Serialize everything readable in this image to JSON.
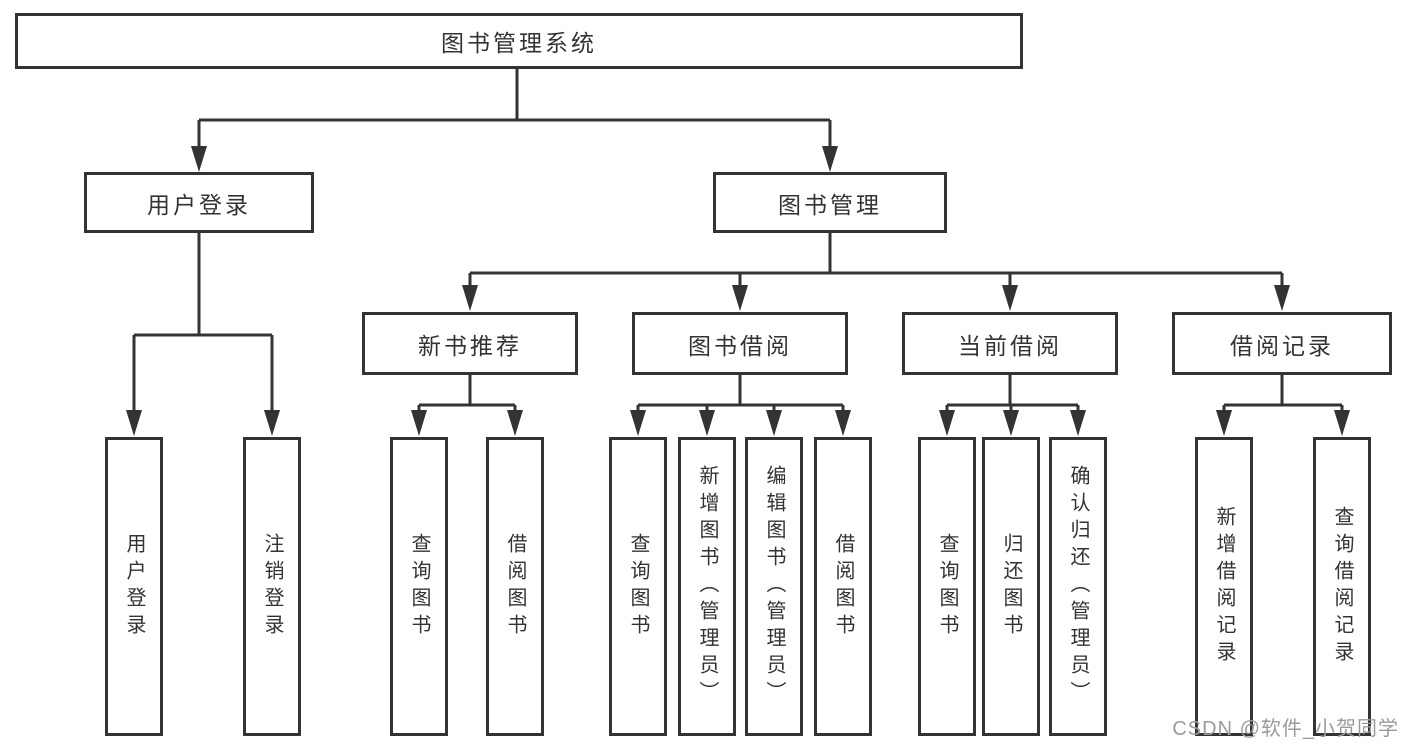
{
  "colors": {
    "line": "#333333",
    "text": "#333333",
    "watermark": "#9b9b9b"
  },
  "diagram": {
    "root": {
      "label": "图书管理系统",
      "children": [
        {
          "label": "用户登录",
          "children": [
            {
              "label": "用户登录"
            },
            {
              "label": "注销登录"
            }
          ]
        },
        {
          "label": "图书管理",
          "children": [
            {
              "label": "新书推荐",
              "children": [
                {
                  "label": "查询图书"
                },
                {
                  "label": "借阅图书"
                }
              ]
            },
            {
              "label": "图书借阅",
              "children": [
                {
                  "label": "查询图书"
                },
                {
                  "label": "新增图书（管理员）"
                },
                {
                  "label": "编辑图书（管理员）"
                },
                {
                  "label": "借阅图书"
                }
              ]
            },
            {
              "label": "当前借阅",
              "children": [
                {
                  "label": "查询图书"
                },
                {
                  "label": "归还图书"
                },
                {
                  "label": "确认归还（管理员）"
                }
              ]
            },
            {
              "label": "借阅记录",
              "children": [
                {
                  "label": "新增借阅记录"
                },
                {
                  "label": "查询借阅记录"
                }
              ]
            }
          ]
        }
      ]
    }
  },
  "watermark": {
    "text": "CSDN @软件_小贺同学"
  }
}
